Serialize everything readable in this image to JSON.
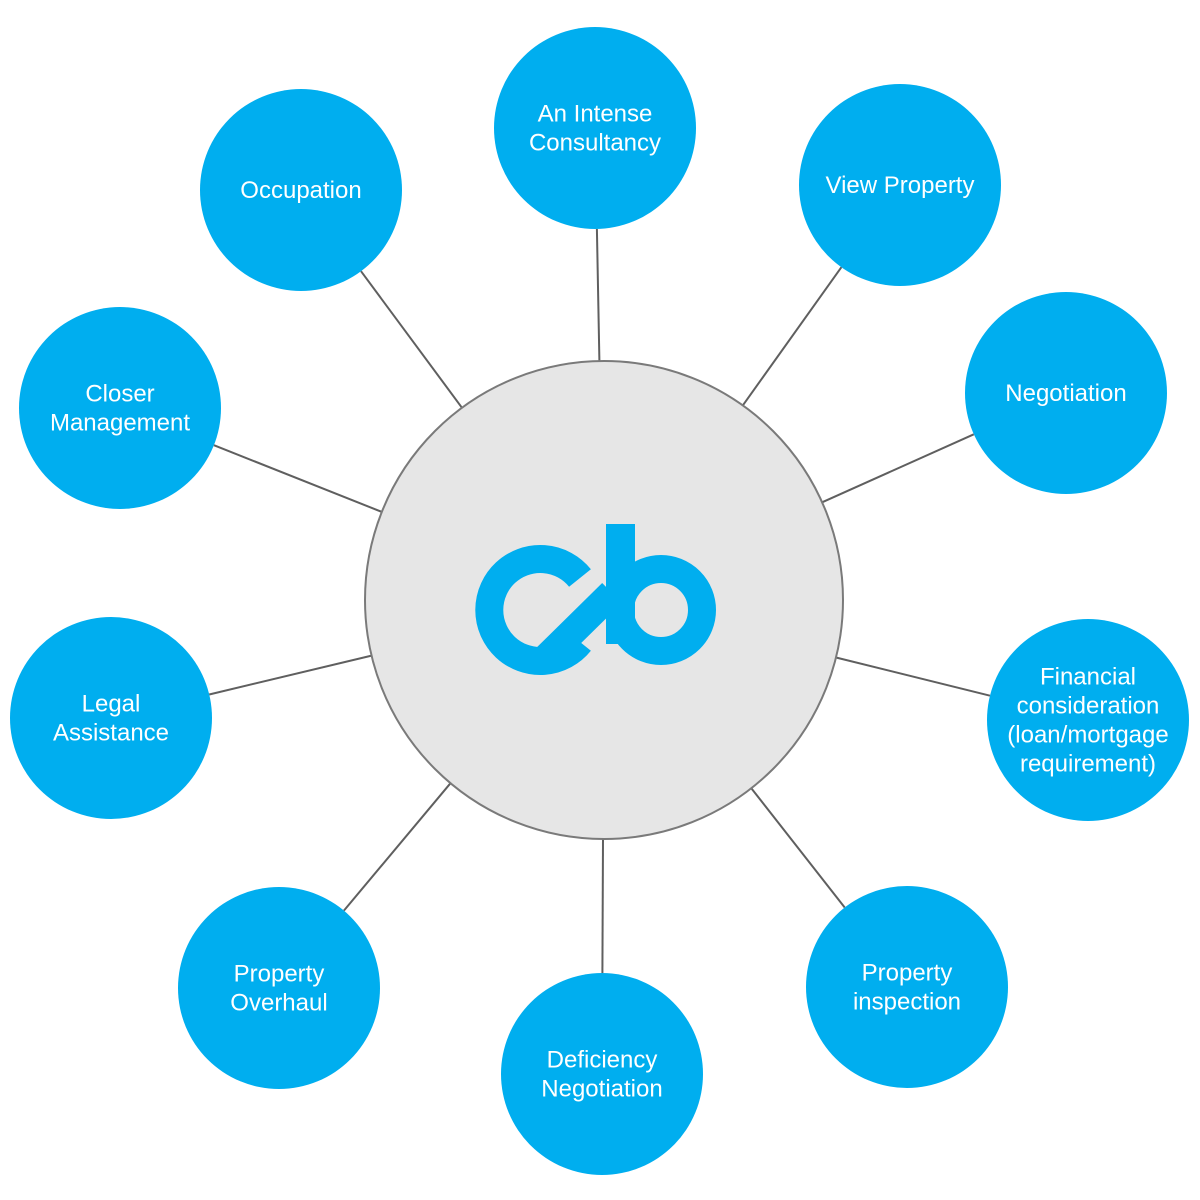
{
  "hub": {
    "logo_icon": "cb-logo-icon",
    "logo_color": "#00aeef",
    "fill_color": "#e6e6e6"
  },
  "node_color": "#00aeef",
  "nodes": [
    {
      "id": "an-intense-consultancy",
      "lines": [
        "An Intense",
        "Consultancy"
      ]
    },
    {
      "id": "view-property",
      "lines": [
        "View Property"
      ]
    },
    {
      "id": "negotiation",
      "lines": [
        "Negotiation"
      ]
    },
    {
      "id": "financial-consideration",
      "lines": [
        "Financial",
        "consideration",
        "(loan/mortgage",
        "requirement)"
      ]
    },
    {
      "id": "property-inspection",
      "lines": [
        "Property",
        "inspection"
      ]
    },
    {
      "id": "deficiency-negotiation",
      "lines": [
        "Deficiency",
        "Negotiation"
      ]
    },
    {
      "id": "property-overhaul",
      "lines": [
        "Property",
        "Overhaul"
      ]
    },
    {
      "id": "legal-assistance",
      "lines": [
        "Legal",
        "Assistance"
      ]
    },
    {
      "id": "closer-management",
      "lines": [
        "Closer",
        "Management"
      ]
    },
    {
      "id": "occupation",
      "lines": [
        "Occupation"
      ]
    }
  ]
}
